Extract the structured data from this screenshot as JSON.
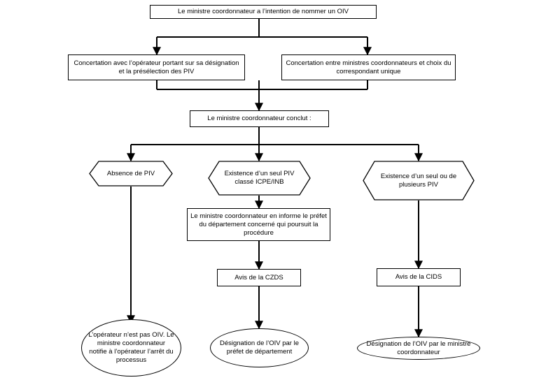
{
  "nodes": {
    "start": "Le ministre coordonnateur a l’intention de nommer un OIV",
    "concertation_operateur": "Concertation avec l’opérateur  portant sur sa désignation et  la présélection des PIV",
    "concertation_ministres": "Concertation entre ministres coordonnateurs et choix du correspondant unique",
    "conclut": "Le ministre coordonnateur conclut :",
    "absence_piv": "Absence de PIV",
    "seul_piv_icpe": "Existence d’un seul PIV classé ICPE/INB",
    "plusieurs_piv": "Existence d’un seul ou de plusieurs PIV",
    "informe_prefet": "Le ministre coordonnateur en informe le préfet du département concerné qui poursuit la procédure",
    "avis_czds": "Avis de la CZDS",
    "avis_cids": "Avis de la CIDS",
    "non_oiv": "L’opérateur n’est pas OIV. Le ministre coordonnateur notifie à l’opérateur l’arrêt du processus",
    "designation_prefet": "Désignation de l’OIV par le préfet de département",
    "designation_ministre": "Désignation de l’OIV par le ministre coordonnateur"
  }
}
